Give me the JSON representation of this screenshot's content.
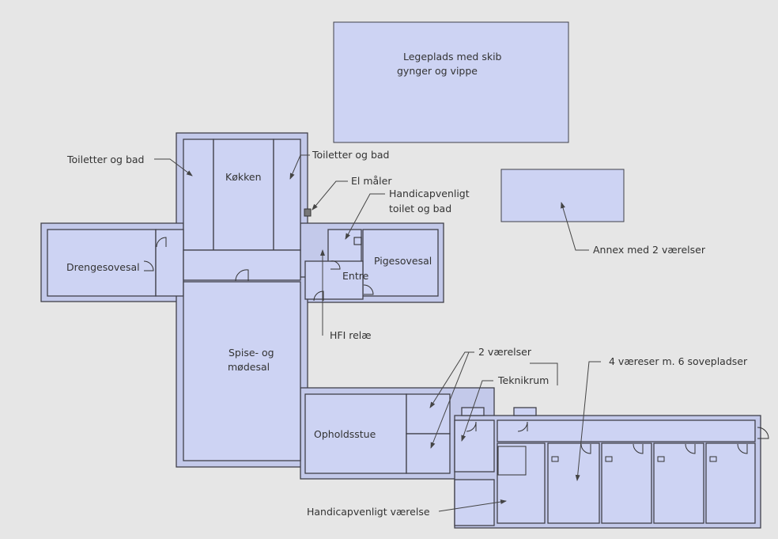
{
  "labels": {
    "playground_line1": "Legeplads med skib",
    "playground_line2": "gynger og vippe",
    "toilets_left": "Toiletter og bad",
    "kitchen": "Køkken",
    "toilets_right": "Toiletter og bad",
    "el_meter": "El måler",
    "handicap_toilet_line1": "Handicapvenligt",
    "handicap_toilet_line2": "toilet og bad",
    "annex": "Annex med 2 værelser",
    "boys_dorm": "Drengesovesal",
    "girls_dorm": "Pigesovesal",
    "entrance": "Entre",
    "hfi_relay": "HFI relæ",
    "dining_line1": "Spise- og",
    "dining_line2": "mødesal",
    "two_rooms": "2 værelser",
    "four_rooms": "4 væreser m. 6 sovepladser",
    "technical_room": "Teknikrum",
    "living_room": "Opholdsstue",
    "handicap_room": "Handicapvenligt værelse"
  }
}
